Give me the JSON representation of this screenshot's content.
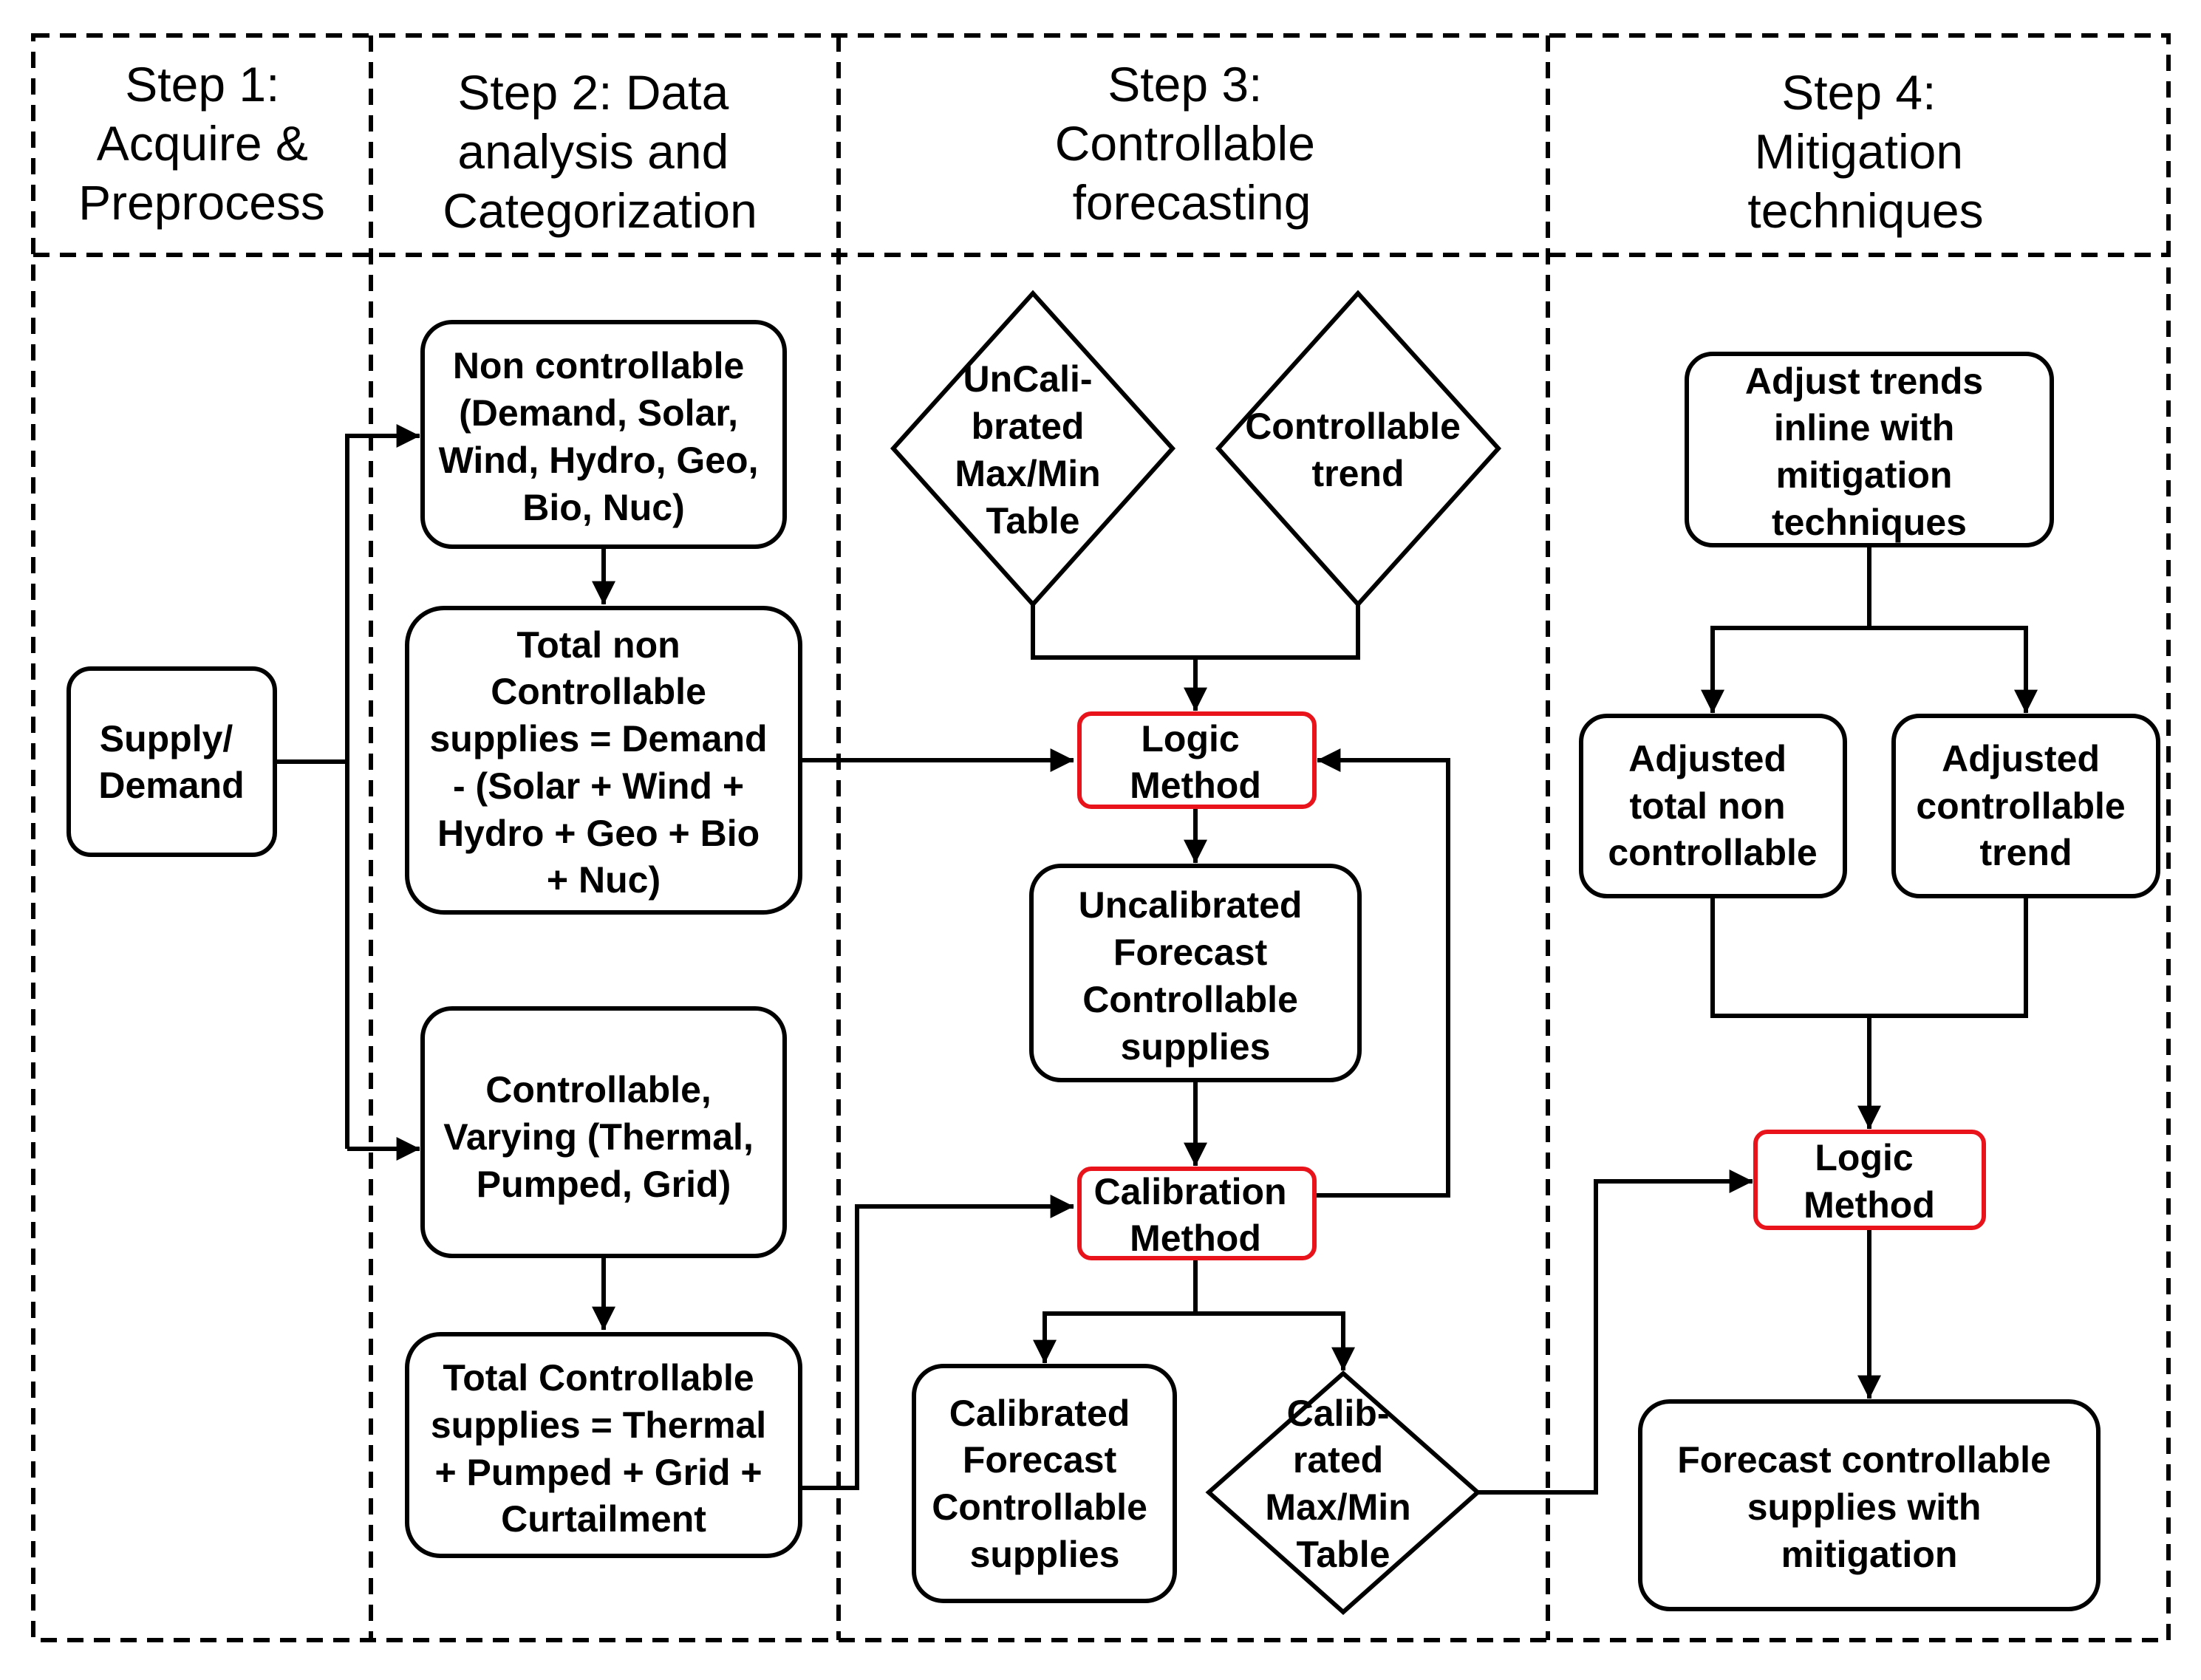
{
  "steps": [
    {
      "id": "step1",
      "lines": [
        "Step 1:",
        "Acquire &",
        "Preprocess"
      ]
    },
    {
      "id": "step2",
      "lines": [
        "Step 2: Data",
        "analysis and",
        "Categorization"
      ]
    },
    {
      "id": "step3",
      "lines": [
        "Step 3:",
        "Controllable",
        "forecasting"
      ]
    },
    {
      "id": "step4",
      "lines": [
        "Step 4:",
        "Mitigation",
        "techniques"
      ]
    }
  ],
  "nodes": {
    "supply_demand": {
      "lines": [
        "Supply/",
        "Demand"
      ]
    },
    "non_controllable": {
      "lines": [
        "Non controllable",
        "(Demand, Solar,",
        "Wind, Hydro, Geo,",
        "Bio, Nuc)"
      ]
    },
    "total_non_controllable": {
      "lines": [
        "Total non",
        "Controllable",
        "supplies = Demand",
        "- (Solar + Wind +",
        "Hydro + Geo + Bio",
        "+ Nuc)"
      ]
    },
    "controllable_varying": {
      "lines": [
        "Controllable,",
        "Varying (Thermal,",
        "Pumped, Grid)"
      ]
    },
    "total_controllable": {
      "lines": [
        "Total Controllable",
        "supplies = Thermal",
        "+ Pumped + Grid +",
        "Curtailment"
      ]
    },
    "uncalibrated_table": {
      "lines": [
        "UnCali-",
        "brated",
        "Max/Min",
        "Table"
      ]
    },
    "controllable_trend": {
      "lines": [
        "Controllable",
        "trend"
      ]
    },
    "logic_method_1": {
      "lines": [
        "Logic",
        "Method"
      ]
    },
    "uncalibrated_forecast": {
      "lines": [
        "Uncalibrated",
        "Forecast",
        "Controllable",
        "supplies"
      ]
    },
    "calibration_method": {
      "lines": [
        "Calibration",
        "Method"
      ]
    },
    "calibrated_forecast": {
      "lines": [
        "Calibrated",
        "Forecast",
        "Controllable",
        "supplies"
      ]
    },
    "calibrated_table": {
      "lines": [
        "Calib-",
        "rated",
        "Max/Min",
        "Table"
      ]
    },
    "adjust_trends": {
      "lines": [
        "Adjust trends",
        "inline with",
        "mitigation",
        "techniques"
      ]
    },
    "adjusted_non_controllable": {
      "lines": [
        "Adjusted",
        "total non",
        "controllable"
      ]
    },
    "adjusted_controllable_trend": {
      "lines": [
        "Adjusted",
        "controllable",
        "trend"
      ]
    },
    "logic_method_2": {
      "lines": [
        "Logic",
        "Method"
      ]
    },
    "forecast_with_mitigation": {
      "lines": [
        "Forecast controllable",
        "supplies with",
        "mitigation"
      ]
    }
  },
  "colors": {
    "highlight": "#e8131b",
    "stroke": "#000000",
    "background": "#ffffff"
  }
}
